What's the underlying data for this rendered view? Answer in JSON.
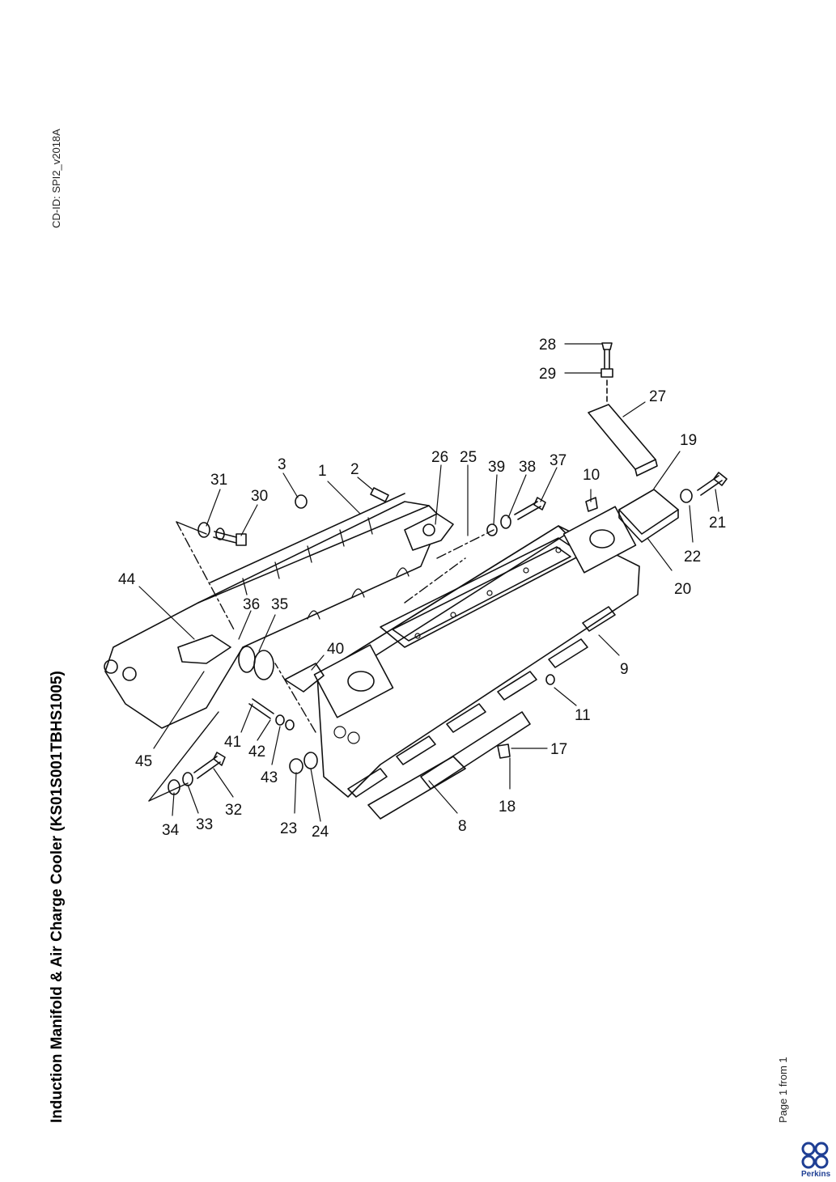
{
  "document": {
    "cd_id": "CD-ID: SPI2_v2018A",
    "title": "Induction Manifold & Air Charge Cooler (KS01S001TBHS1005)",
    "page": "Page 1 from 1"
  },
  "brand": {
    "name": "Perkins",
    "color": "#1f3f94"
  },
  "diagram": {
    "callouts": [
      "1",
      "2",
      "3",
      "8",
      "9",
      "10",
      "11",
      "17",
      "18",
      "19",
      "20",
      "21",
      "22",
      "23",
      "24",
      "25",
      "26",
      "27",
      "28",
      "29",
      "30",
      "31",
      "32",
      "33",
      "34",
      "35",
      "36",
      "37",
      "38",
      "39",
      "40",
      "41",
      "42",
      "43",
      "44",
      "45"
    ]
  }
}
